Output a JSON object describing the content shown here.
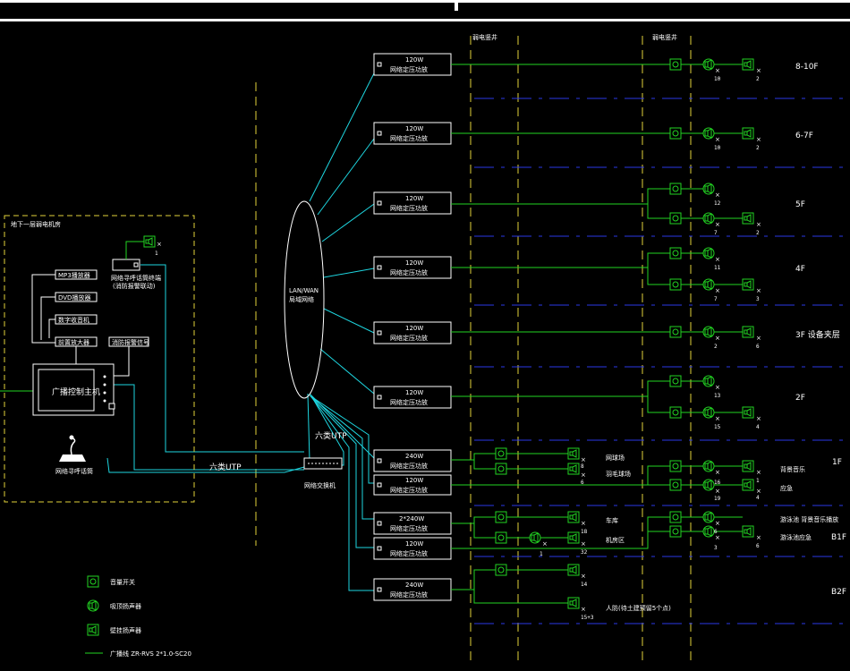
{
  "shaft_label": "弱电竖井",
  "amp_line2": "网络定压功放",
  "amps": [
    {
      "id": "a1",
      "power": "120W"
    },
    {
      "id": "a2",
      "power": "120W"
    },
    {
      "id": "a3",
      "power": "120W"
    },
    {
      "id": "a4",
      "power": "120W"
    },
    {
      "id": "a5",
      "power": "120W"
    },
    {
      "id": "a6",
      "power": "120W"
    },
    {
      "id": "a7",
      "power": "240W"
    },
    {
      "id": "a8",
      "power": "120W"
    },
    {
      "id": "a9",
      "power": "2*240W"
    },
    {
      "id": "a10",
      "power": "120W"
    },
    {
      "id": "a11",
      "power": "240W"
    }
  ],
  "floors": [
    "8-10F",
    "6-7F",
    "5F",
    "4F",
    "3F 设备夹层",
    "2F",
    "1F",
    "B1F",
    "B2F"
  ],
  "counts": {
    "f8a": "10",
    "f8b": "2",
    "f6a": "10",
    "f6b": "2",
    "f5a": "12",
    "f5b": "7",
    "f5c": "2",
    "f4a": "11",
    "f4b": "7",
    "f4c": "3",
    "f3a": "2",
    "f3b": "6",
    "f2a": "13",
    "f2b": "15",
    "f2c": "4",
    "m1a": "8",
    "m1b": "6",
    "m1c": "16",
    "m1d": "1",
    "m1e": "4",
    "m1f": "19",
    "b1a": "18",
    "b1b": "32",
    "b1c": "1",
    "b1d": "6",
    "b1e": "6",
    "b1f": "3",
    "b2a": "14",
    "b2b": "15+3",
    "r1": "1"
  },
  "zones": {
    "z1": "网球场",
    "z2": "羽毛球场",
    "z3": "背景音乐",
    "z4": "应急",
    "z5": "车库",
    "z6": "机房区",
    "z7": "游泳池 背景音乐播放",
    "z8": "游泳池应急",
    "z9": "人防(待土建预留5个点)"
  },
  "cloud_line1": "LAN/WAN",
  "cloud_line2": "局域网络",
  "room": {
    "title": "地下一层弱电机房",
    "mp3": "MP3播放器",
    "dvd": "DVD播放器",
    "tuner": "数字收音机",
    "preamp": "前置放大器",
    "host": "广播控制主机",
    "fire": "消防报警信号",
    "remote": "网络寻呼话筒终端",
    "remote_sub": "(消防报警联动)",
    "mic": "网络寻呼话筒"
  },
  "cable1": "六类UTP",
  "cable2": "六类UTP",
  "switch_label": "网络交换机",
  "legend": [
    {
      "icon": "volume-switch",
      "label": "音量开关"
    },
    {
      "icon": "ceiling-speaker",
      "label": "吸顶扬声器"
    },
    {
      "icon": "wall-speaker",
      "label": "壁挂扬声器"
    },
    {
      "icon": "cable-line",
      "label": "广播线  ZR-RVS 2*1.0-SC20"
    }
  ]
}
